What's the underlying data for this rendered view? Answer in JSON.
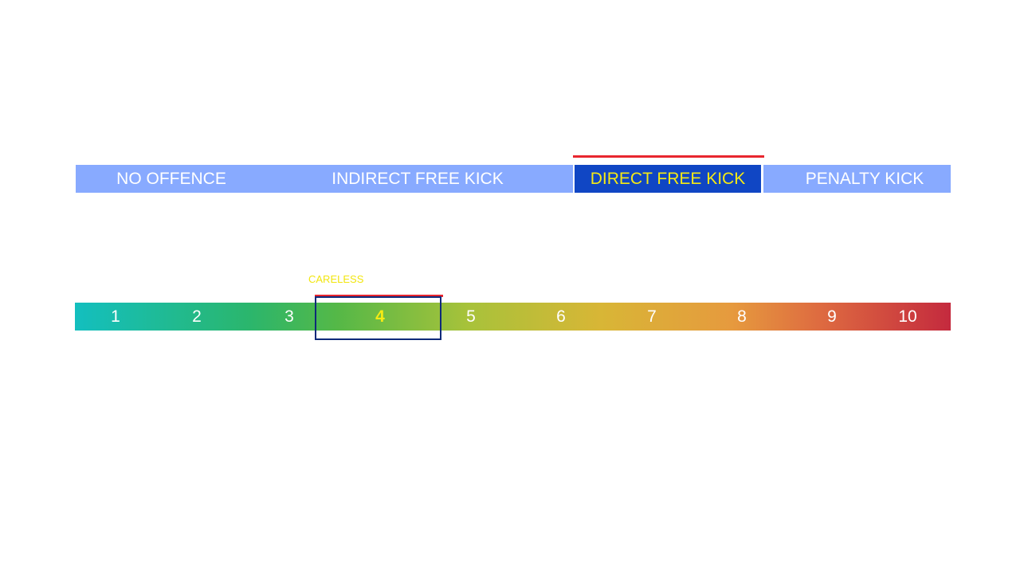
{
  "categories": {
    "no_offence": "NO OFFENCE",
    "indirect": "INDIRECT FREE KICK",
    "direct": "DIRECT FREE KICK",
    "penalty": "PENALTY KICK"
  },
  "selected_category": "DIRECT FREE KICK",
  "scale": {
    "numbers": [
      "1",
      "2",
      "3",
      "4",
      "5",
      "6",
      "7",
      "8",
      "9",
      "10"
    ],
    "selected": "4",
    "selected_label": "CARELESS"
  },
  "colors": {
    "category": "#88aaff",
    "selected_category": "#1046c4",
    "highlight_text": "#f5ea14",
    "marker": "#e8262e",
    "selection_box": "#0e2a7a"
  }
}
